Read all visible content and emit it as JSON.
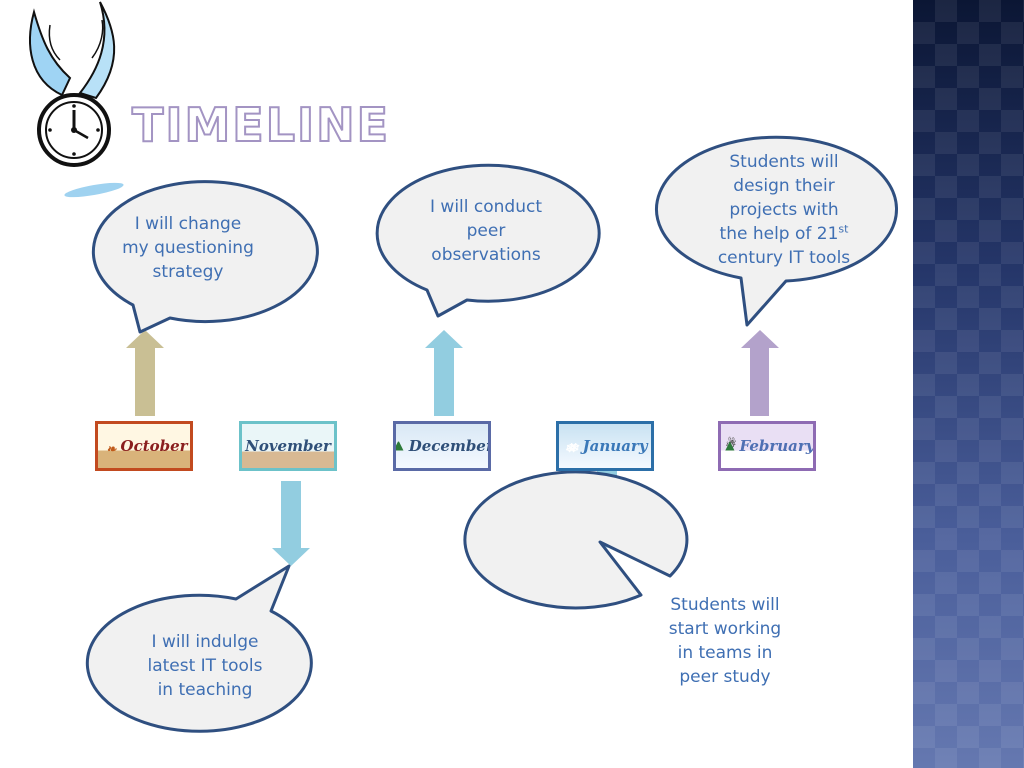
{
  "slide": {
    "title": "Timeline"
  },
  "months": [
    {
      "label": "October"
    },
    {
      "label": "November"
    },
    {
      "label": "December"
    },
    {
      "label": "January"
    },
    {
      "label": "February"
    }
  ],
  "callouts": {
    "october": "I will change\nmy questioning\nstrategy",
    "november": "I will indulge\nlatest IT tools\nin teaching",
    "december": "I will conduct\npeer\nobservations",
    "january": "Students will\nstart working\nin teams in\npeer study",
    "february": {
      "text": "Students will\ndesign their\nprojects with\nthe help of 21",
      "superscript": "st",
      "text_end": "century IT tools"
    }
  },
  "colors": {
    "bubble_fill": "#f1f1f1",
    "bubble_stroke": "#2f4f80",
    "text": "#3f6fb3",
    "arrow_october": "#c9bf94",
    "arrow_light_blue": "#92cde0",
    "arrow_february": "#b3a2cb",
    "title_outline": "#a394c3"
  },
  "icons": {
    "logo": "winged-clock-icon"
  }
}
